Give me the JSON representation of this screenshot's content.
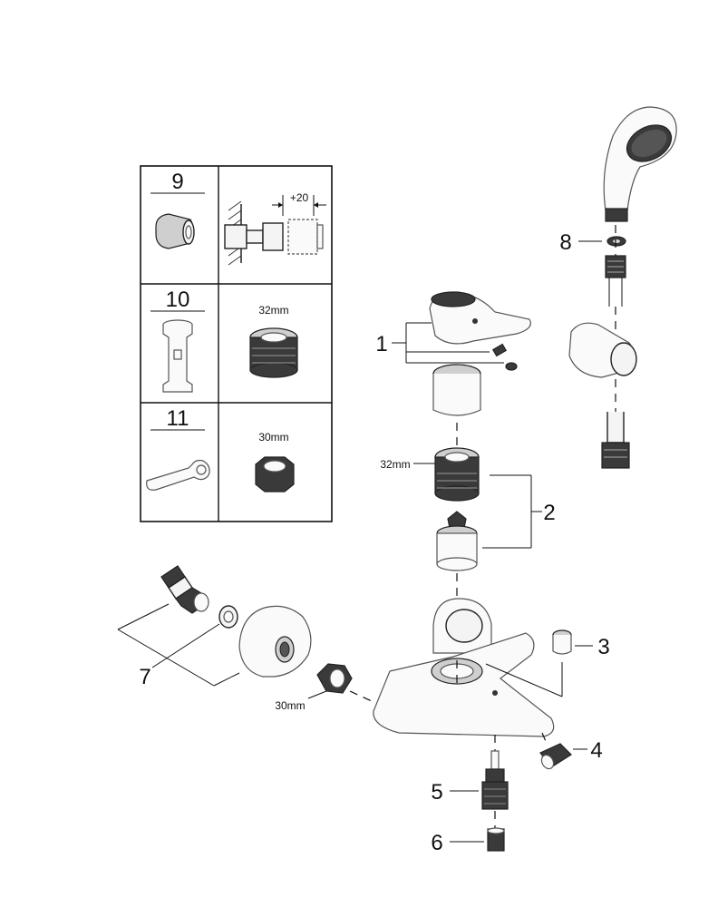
{
  "table": {
    "rows": [
      {
        "number": "9",
        "detail": "+20"
      },
      {
        "number": "10",
        "detail": "32mm"
      },
      {
        "number": "11",
        "detail": "30mm"
      }
    ]
  },
  "labels": {
    "item1": "1",
    "item2": "2",
    "item3": "3",
    "item4": "4",
    "item5": "5",
    "item6": "6",
    "item7": "7",
    "item8": "8",
    "dim_32mm": "32mm",
    "dim_30mm": "30mm"
  }
}
